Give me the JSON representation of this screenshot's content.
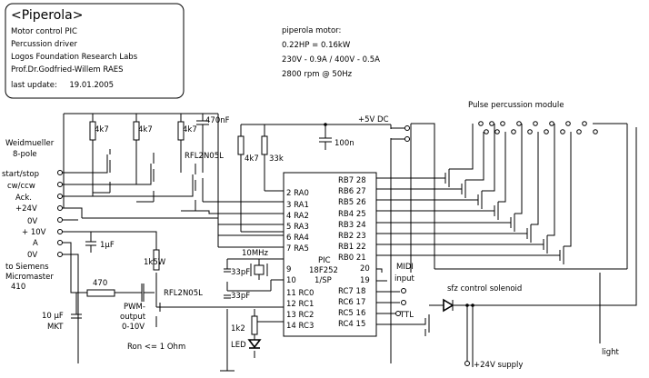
{
  "title_block": {
    "title": "<Piperola>",
    "lines": [
      "Motor control PIC",
      "Percussion driver",
      "Logos Foundation Research Labs",
      "Prof.Dr.Godfried-Willem RAES",
      "last update:     19.01.2005"
    ]
  },
  "motor_info": {
    "heading": "piperola motor:",
    "lines": [
      "0.22HP = 0.16kW",
      "230V - 0.9A / 400V - 0.5A",
      "2800 rpm @ 50Hz"
    ]
  },
  "connector": {
    "name_lines": [
      "Weidmueller",
      "8-pole"
    ],
    "pins": [
      "start/stop",
      "cw/ccw",
      "Ack.",
      "+24V",
      "0V",
      "+ 10V",
      "A",
      "0V"
    ],
    "siemens": [
      "to Siemens",
      "Micromaster",
      "410"
    ]
  },
  "components": {
    "r4k7": "4k7",
    "c470n": "470nF",
    "rfl": "RFL2N05L",
    "r33k": "33k",
    "c100n": "100n",
    "c1u": "1µF",
    "r1k5w": "1k5W",
    "r470": "470",
    "c10u_lines": [
      "10 µF",
      "MKT"
    ],
    "pwm_lines": [
      "PWM-",
      "output",
      "0-10V"
    ],
    "ron": "Ron <= 1 Ohm",
    "xtal": "10MHz",
    "c33p": "33pF",
    "r1k2": "1k2",
    "led": "LED"
  },
  "power": {
    "vdc": "+5V DC",
    "v24": "+24V supply"
  },
  "pic": {
    "label_lines": [
      "PIC",
      "18F252",
      "1/SP"
    ],
    "left_pins": [
      {
        "num": "2",
        "name": "RA0"
      },
      {
        "num": "3",
        "name": "RA1"
      },
      {
        "num": "4",
        "name": "RA2"
      },
      {
        "num": "5",
        "name": "RA3"
      },
      {
        "num": "6",
        "name": "RA4"
      },
      {
        "num": "7",
        "name": "RA5"
      },
      {
        "num": "9",
        "name": ""
      },
      {
        "num": "10",
        "name": ""
      },
      {
        "num": "11",
        "name": "RC0"
      },
      {
        "num": "12",
        "name": "RC1"
      },
      {
        "num": "13",
        "name": "RC2"
      },
      {
        "num": "14",
        "name": "RC3"
      }
    ],
    "right_pins": [
      {
        "num": "28",
        "name": "RB7"
      },
      {
        "num": "27",
        "name": "RB6"
      },
      {
        "num": "26",
        "name": "RB5"
      },
      {
        "num": "25",
        "name": "RB4"
      },
      {
        "num": "24",
        "name": "RB3"
      },
      {
        "num": "23",
        "name": "RB2"
      },
      {
        "num": "22",
        "name": "RB1"
      },
      {
        "num": "21",
        "name": "RB0"
      },
      {
        "num": "20",
        "name": ""
      },
      {
        "num": "19",
        "name": ""
      },
      {
        "num": "18",
        "name": "RC7"
      },
      {
        "num": "17",
        "name": "RC6"
      },
      {
        "num": "16",
        "name": "RC5"
      },
      {
        "num": "15",
        "name": "RC4"
      }
    ]
  },
  "labels": {
    "pulse_module": "Pulse percussion module",
    "midi": "MIDI",
    "midi_input": "input",
    "ttl": "TTL",
    "sfz": "sfz control solenoid",
    "light": "light"
  }
}
